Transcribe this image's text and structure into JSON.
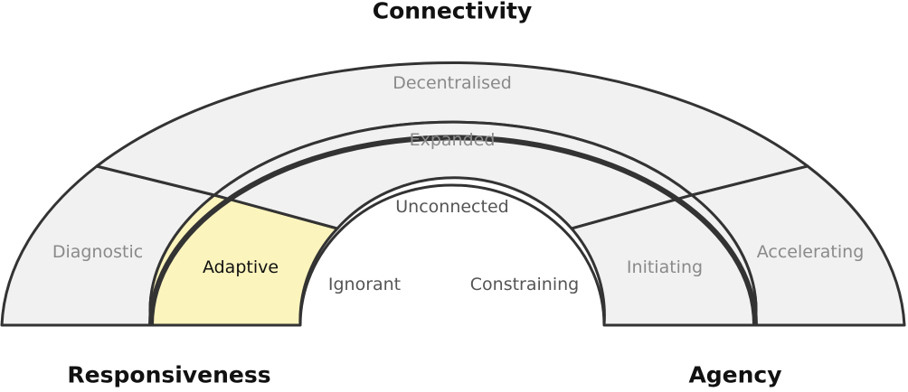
{
  "titles": {
    "top": "Connectivity",
    "left": "Responsiveness",
    "right": "Agency"
  },
  "rings": {
    "outer": {
      "left": "Diagnostic",
      "top": "Decentralised",
      "right": "Accelerating"
    },
    "middle": {
      "left": "Adaptive",
      "top": "Expanded",
      "right": "Initiating"
    },
    "inner": {
      "left": "Ignorant",
      "top": "Unconnected",
      "right": "Constraining"
    }
  },
  "highlighted_segment": "Adaptive",
  "colors": {
    "segment_fill": "#f1f1f1",
    "highlight_fill": "#fcf4bd",
    "outline": "#333333"
  }
}
